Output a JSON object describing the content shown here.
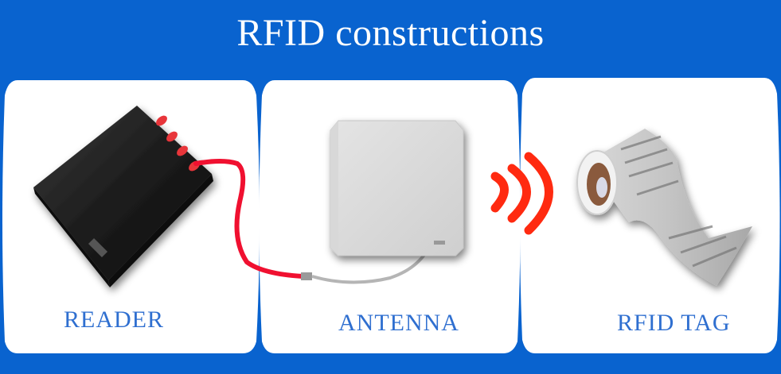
{
  "title": "RFID constructions",
  "colors": {
    "background": "#0963cf",
    "panel": "#ffffff",
    "label": "#2f6fd0",
    "cable": "#f01030",
    "signal": "#ff2a10"
  },
  "panels": [
    {
      "label": "READER",
      "icon": "rfid-reader-icon"
    },
    {
      "label": "ANTENNA",
      "icon": "antenna-panel-icon"
    },
    {
      "label": "RFID TAG",
      "icon": "tag-roll-icon"
    }
  ],
  "connectors": [
    {
      "from": "READER",
      "to": "ANTENNA",
      "kind": "red-coax-cable"
    },
    {
      "from": "ANTENNA",
      "to": "RFID TAG",
      "kind": "radio-signal-waves"
    }
  ]
}
